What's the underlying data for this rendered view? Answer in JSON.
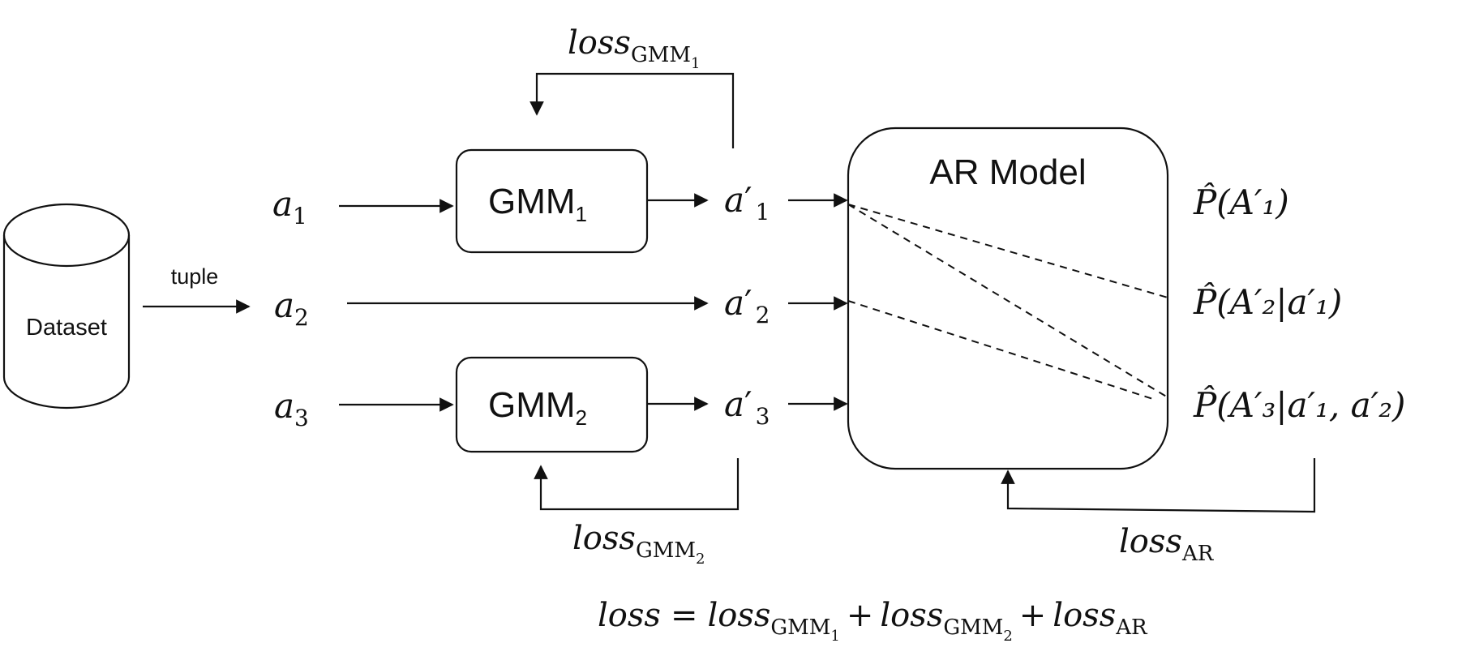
{
  "dataset": {
    "label": "Dataset",
    "edge_label": "tuple"
  },
  "inputs": {
    "a1": {
      "base": "a",
      "sub": "1"
    },
    "a2": {
      "base": "a",
      "sub": "2"
    },
    "a3": {
      "base": "a",
      "sub": "3"
    }
  },
  "gmm": {
    "gmm1": {
      "text": "GMM",
      "sub": "1"
    },
    "gmm2": {
      "text": "GMM",
      "sub": "2"
    }
  },
  "transformed": {
    "a1p": {
      "base": "a",
      "prime": "′",
      "sub": "1"
    },
    "a2p": {
      "base": "a",
      "prime": "′",
      "sub": "2"
    },
    "a3p": {
      "base": "a",
      "prime": "′",
      "sub": "3"
    }
  },
  "ar_model": {
    "title": "AR Model"
  },
  "outputs": {
    "p1": "P̂(A′₁)",
    "p2": "P̂(A′₂|a′₁)",
    "p3": "P̂(A′₃|a′₁, a′₂)"
  },
  "losses": {
    "loss_word": "loss",
    "gmm1": {
      "sub": "GMM",
      "subsub": "1"
    },
    "gmm2": {
      "sub": "GMM",
      "subsub": "2"
    },
    "ar": {
      "sub": "AR"
    },
    "equation": {
      "lhs": "loss",
      "equals": "=",
      "plus": "+",
      "term1_sub": "GMM",
      "term1_subsub": "1",
      "term2_sub": "GMM",
      "term2_subsub": "2",
      "term3_sub": "AR"
    }
  }
}
